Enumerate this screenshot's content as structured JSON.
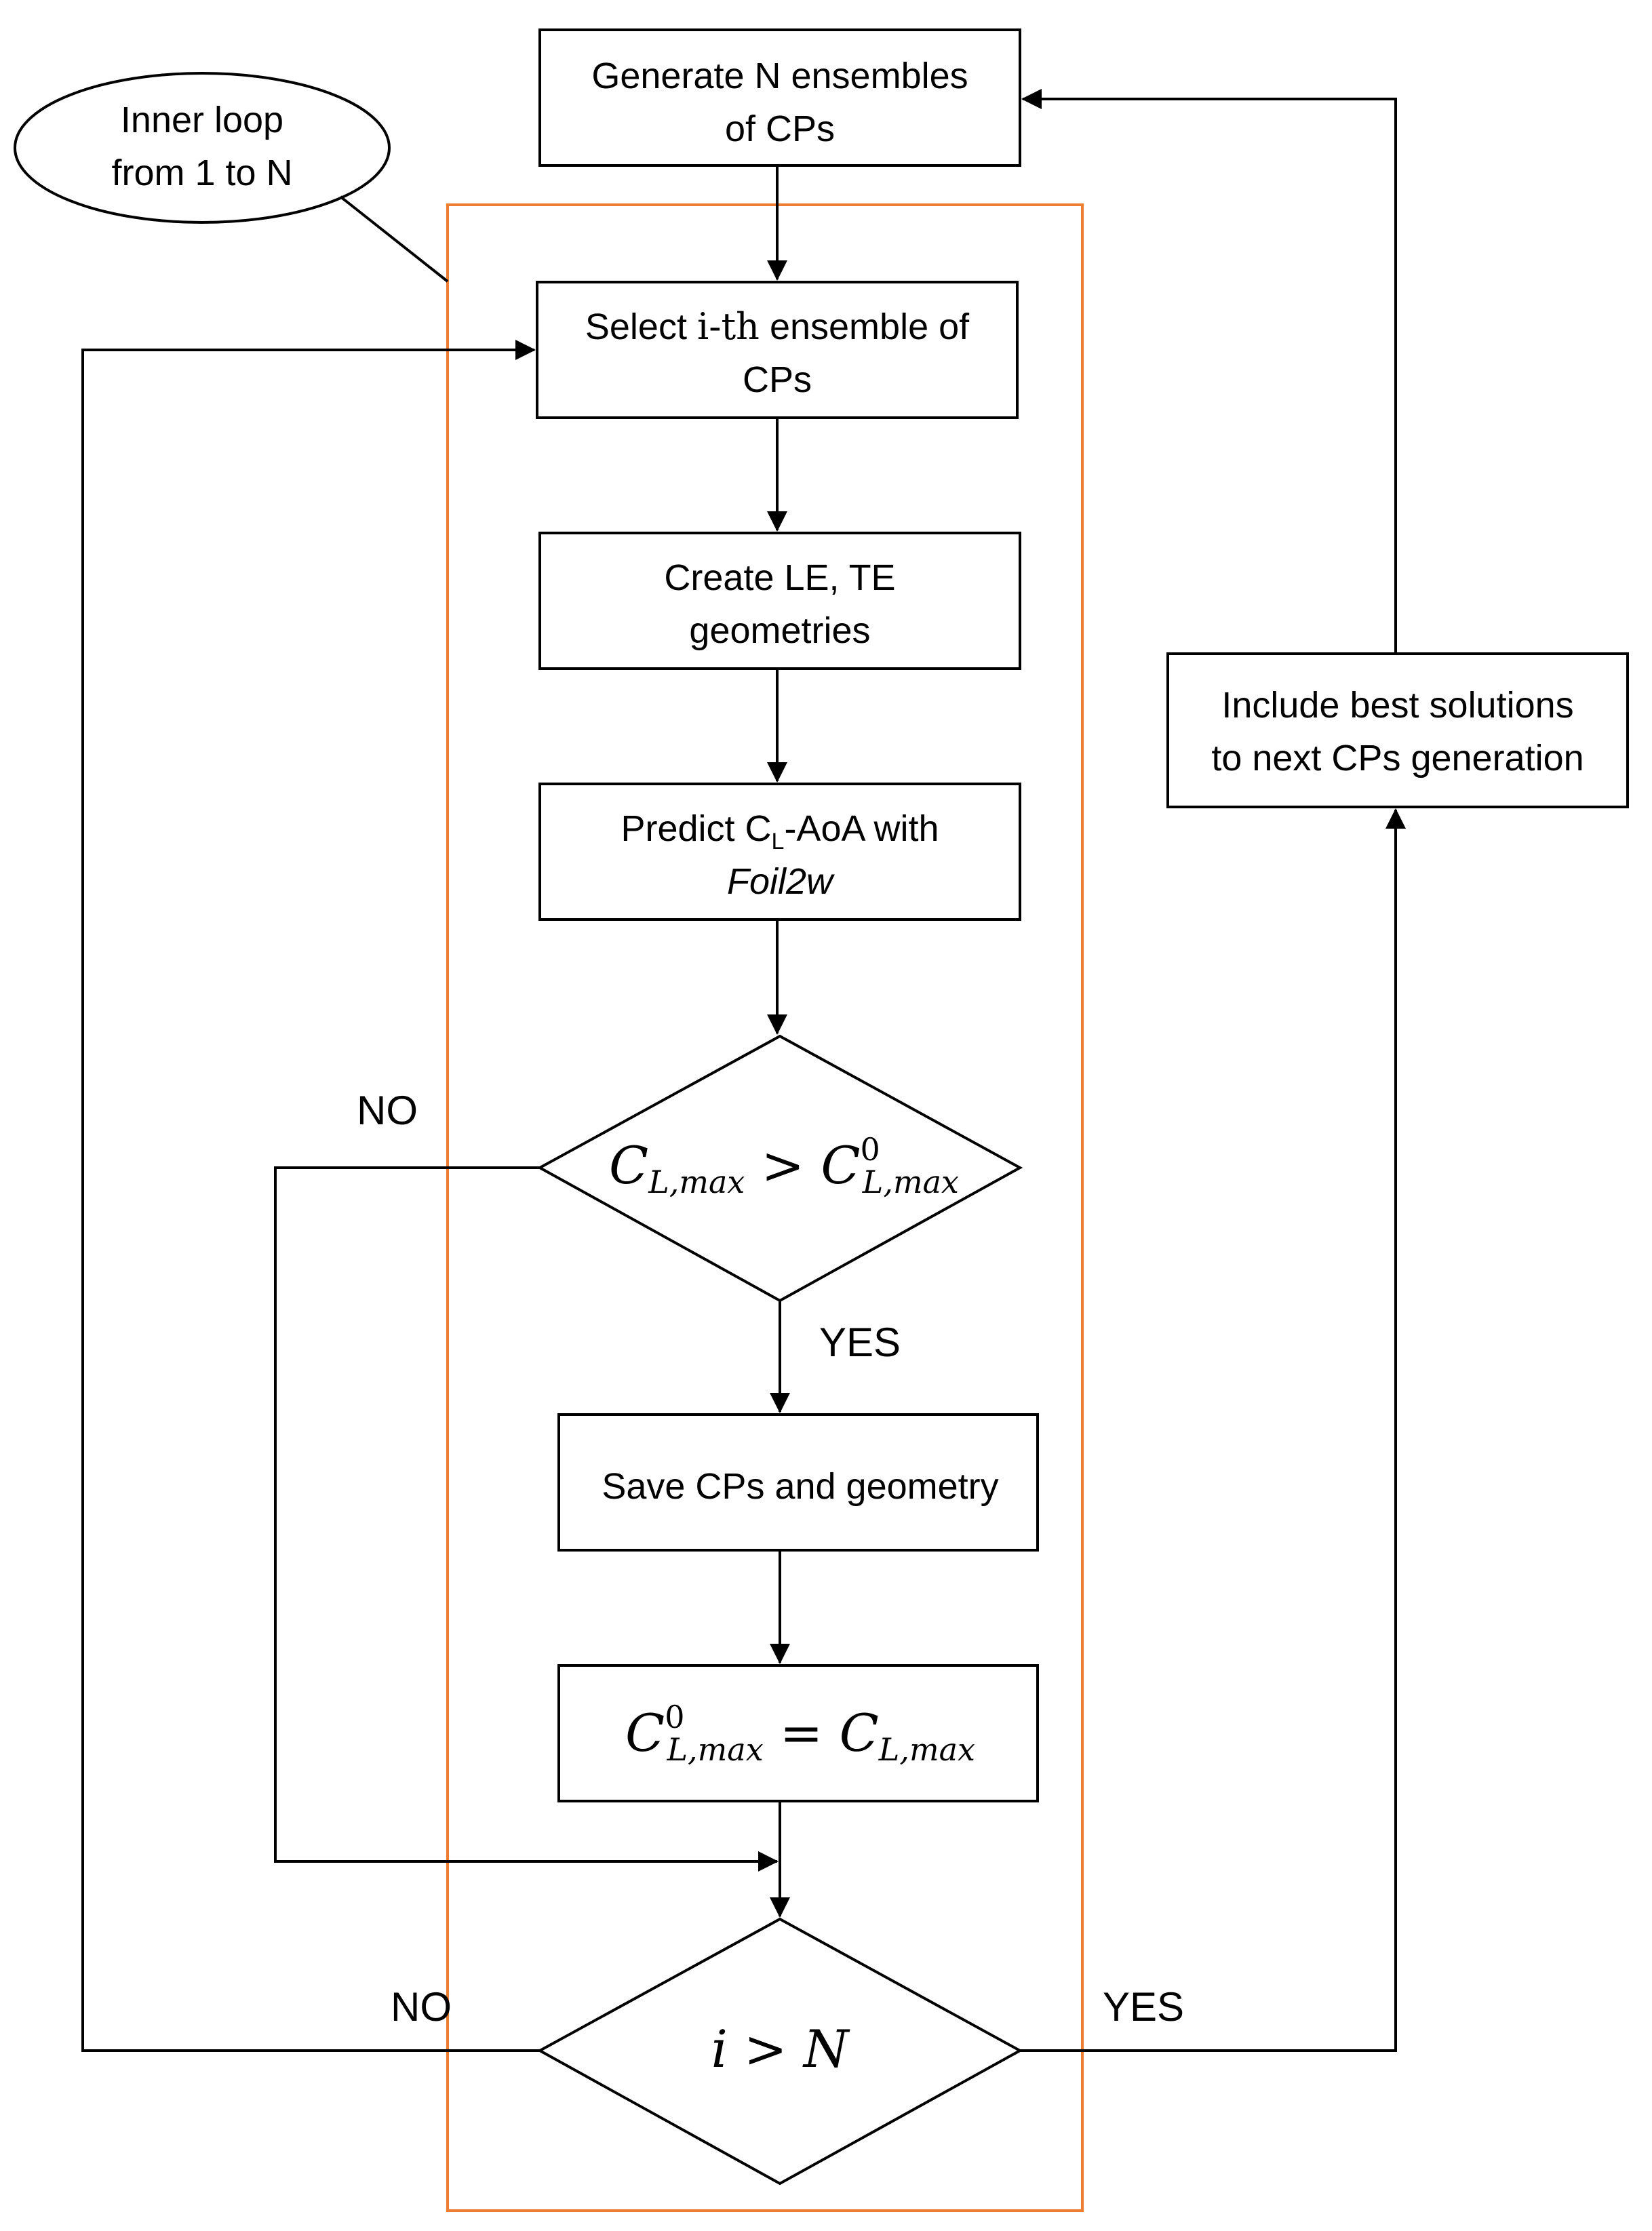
{
  "colors": {
    "frame": "#ED7D31",
    "stroke": "#000000",
    "background": "#ffffff"
  },
  "nodes": {
    "generate": {
      "line1": "Generate N ensembles",
      "line2": "of CPs"
    },
    "select": {
      "line1_pre": "Select ",
      "line1_math": "i-th",
      "line1_post": " ensemble of",
      "line2": "CPs"
    },
    "create": {
      "line1": "Create LE, TE",
      "line2": "geometries"
    },
    "predict": {
      "line1_pre": "Predict C",
      "line1_sub": "L",
      "line1_post": "-AoA with",
      "line2": "Foil2w"
    },
    "decision1": {
      "lhs": "C",
      "lhs_sub": "L,max",
      "op": " > ",
      "rhs": "C",
      "rhs_sup": "0",
      "rhs_sub": "L,max"
    },
    "save": {
      "text": "Save CPs and geometry"
    },
    "update": {
      "lhs": "C",
      "lhs_sup": "0",
      "lhs_sub": "L,max",
      "op": " = ",
      "rhs": "C",
      "rhs_sub": "L,max"
    },
    "decision2": {
      "text": "i > N"
    },
    "include": {
      "line1": "Include best solutions",
      "line2": "to next CPs generation"
    }
  },
  "annotation": {
    "line1": "Inner loop",
    "line2": "from 1 to N"
  },
  "labels": {
    "no_1": "NO",
    "yes_1": "YES",
    "no_2": "NO",
    "yes_2": "YES"
  }
}
